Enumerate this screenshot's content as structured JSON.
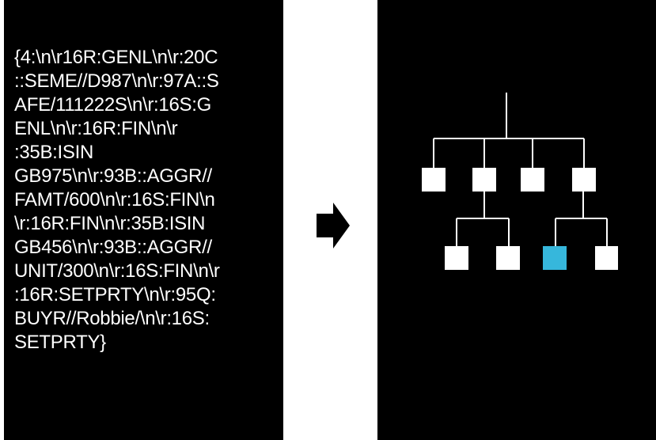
{
  "message": {
    "lines": [
      "{4:\\n\\r16R:GENL\\n\\r:20C",
      "::SEME//D987\\n\\r:97A::S",
      "AFE/111222S\\n\\r:16S:G",
      "ENL\\n\\r:16R:FIN\\n\\r",
      ":35B:ISIN",
      "GB975\\n\\r:93B::AGGR//",
      "FAMT/600\\n\\r:16S:FIN\\n",
      "\\r:16R:FIN\\n\\r:35B:ISIN",
      "GB456\\n\\r:93B::AGGR//",
      "UNIT/300\\n\\r:16S:FIN\\n\\r",
      ":16R:SETPRTY\\n\\r:95Q:",
      "BUYR//Robbie/\\n\\r:16S:",
      "SETPRTY}"
    ]
  },
  "arrow": {
    "icon": "right-arrow-icon",
    "color": "#000000"
  },
  "tree": {
    "node_color": "#ffffff",
    "highlight_color": "#36b7dc",
    "highlighted_node": "level2-node-3"
  }
}
